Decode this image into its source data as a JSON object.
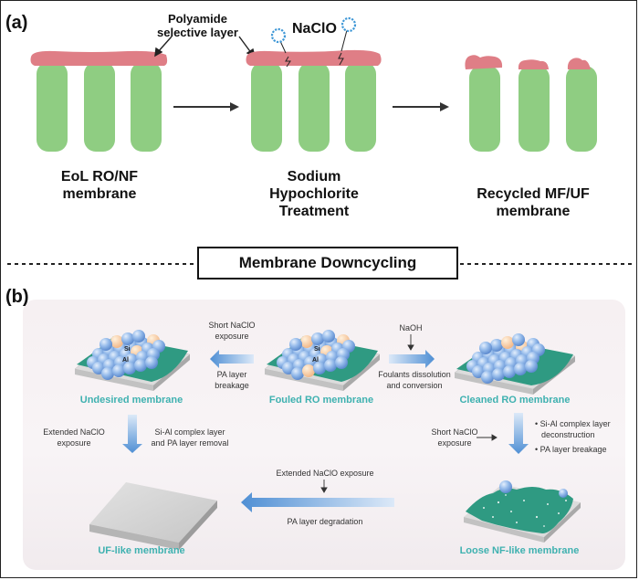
{
  "panel_a": {
    "tag": "(a)",
    "polyamide_label": [
      "Polyamide",
      "selective layer"
    ],
    "naclo_label": "NaClO",
    "stage1": [
      "EoL RO/NF",
      "membrane"
    ],
    "stage2": [
      "Sodium",
      "Hypochlorite",
      "Treatment"
    ],
    "stage3": [
      "Recycled MF/UF",
      "membrane"
    ]
  },
  "title": "Membrane Downcycling",
  "panel_b": {
    "tag": "(b)",
    "short_naclo_left": [
      "Short NaClO",
      "exposure"
    ],
    "pa_breakage_left": [
      "PA layer",
      "breakage"
    ],
    "naoh": "NaOH",
    "foulants": [
      "Foulants dissolution",
      "and conversion"
    ],
    "undesired": "Undesired membrane",
    "fouled": "Fouled RO membrane",
    "cleaned": "Cleaned RO membrane",
    "extended_left": [
      "Extended NaClO",
      "exposure"
    ],
    "sial_removal": [
      "Si-Al complex layer",
      "and PA layer removal"
    ],
    "short_naclo_right": [
      "Short NaClO",
      "exposure"
    ],
    "bullets": [
      "Si-Al complex layer",
      "deconstruction",
      "PA layer breakage"
    ],
    "extended_mid": "Extended NaClO exposure",
    "pa_degradation": "PA layer degradation",
    "uf_like": "UF-like membrane",
    "loose_nf": "Loose NF-like membrane",
    "si": "Si",
    "al": "Al"
  },
  "colors": {
    "pillar": "#8fcd82",
    "polyamide": "#df7e86",
    "teal_text": "#3fb1b0",
    "arrow_blue": "#6fa6dc",
    "membrane_base": "#2f9a82",
    "sphere": "#8bb3e6"
  }
}
